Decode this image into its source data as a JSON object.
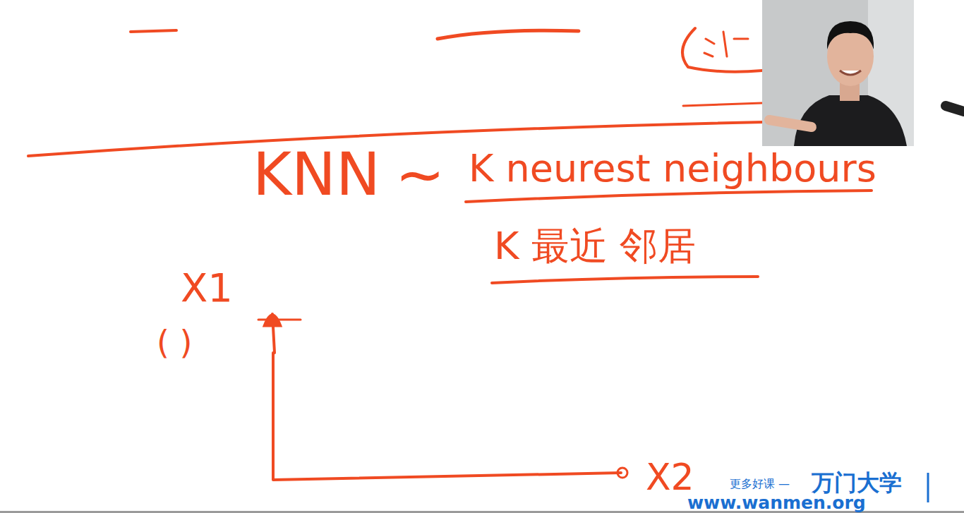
{
  "diagram": {
    "labels": [
      "KNN",
      "~",
      "K neurest neighbours",
      "K 最近 邻居",
      "X1",
      "( )",
      "X2",
      "更多好课 —",
      "万门大学",
      "www.wanmen.org"
    ]
  }
}
